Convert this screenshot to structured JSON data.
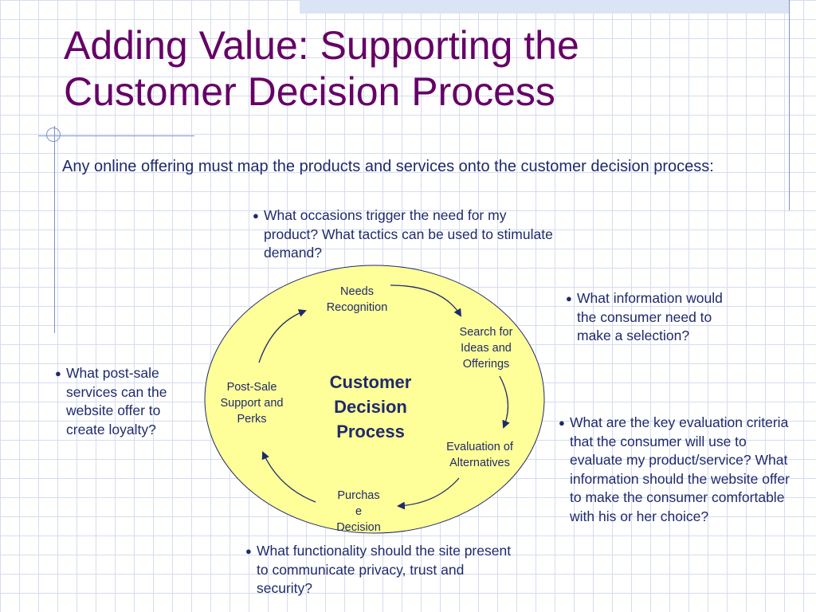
{
  "slide": {
    "title_lines": [
      "Adding Value:  Supporting the",
      "Customer Decision Process"
    ],
    "intro": "Any online offering must map the products and services onto the customer decision process:"
  },
  "diagram": {
    "center_lines": [
      "Customer",
      "Decision",
      "Process"
    ],
    "stages": {
      "needs": "Needs\nRecognition",
      "search": "Search for\nIdeas and\nOfferings",
      "evaluation": "Evaluation of\nAlternatives",
      "purchase": "Purchas\ne\nDecision",
      "postsale": "Post-Sale\nSupport and\nPerks"
    }
  },
  "questions": {
    "needs": "What occasions trigger the need for my product? What tactics can be used to stimulate demand?",
    "search": "What information would the consumer need to make a selection?",
    "evaluation": "What are the key evaluation criteria that the consumer will use to evaluate my product/service? What information should the website offer to make the consumer comfortable with his or her choice?",
    "purchase": "What functionality should the site present to communicate privacy, trust and security?",
    "postsale": "What post-sale services can the website offer to create loyalty?"
  },
  "colors": {
    "title": "#660066",
    "text": "#1f2a6b",
    "ellipse_fill": "#ffff99",
    "accent_blue": "#7c93c8"
  }
}
